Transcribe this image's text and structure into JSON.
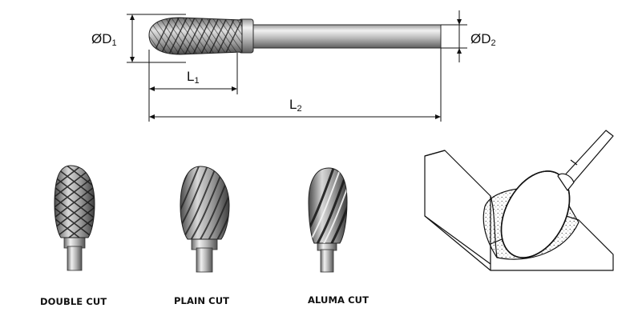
{
  "dimensions": {
    "d1": {
      "prefix": "ØD",
      "sub": "1"
    },
    "d2": {
      "prefix": "ØD",
      "sub": "2"
    },
    "l1": {
      "prefix": "L",
      "sub": "1"
    },
    "l2": {
      "prefix": "L",
      "sub": "2"
    }
  },
  "cut_types": [
    {
      "label": "DOUBLE CUT",
      "pattern": "cross-hatch"
    },
    {
      "label": "PLAIN CUT",
      "pattern": "spiral"
    },
    {
      "label": "ALUMA CUT",
      "pattern": "wide-flute"
    }
  ],
  "colors": {
    "line": "#111111",
    "steel_dark": "#555555",
    "steel_light": "#eeeeee"
  }
}
